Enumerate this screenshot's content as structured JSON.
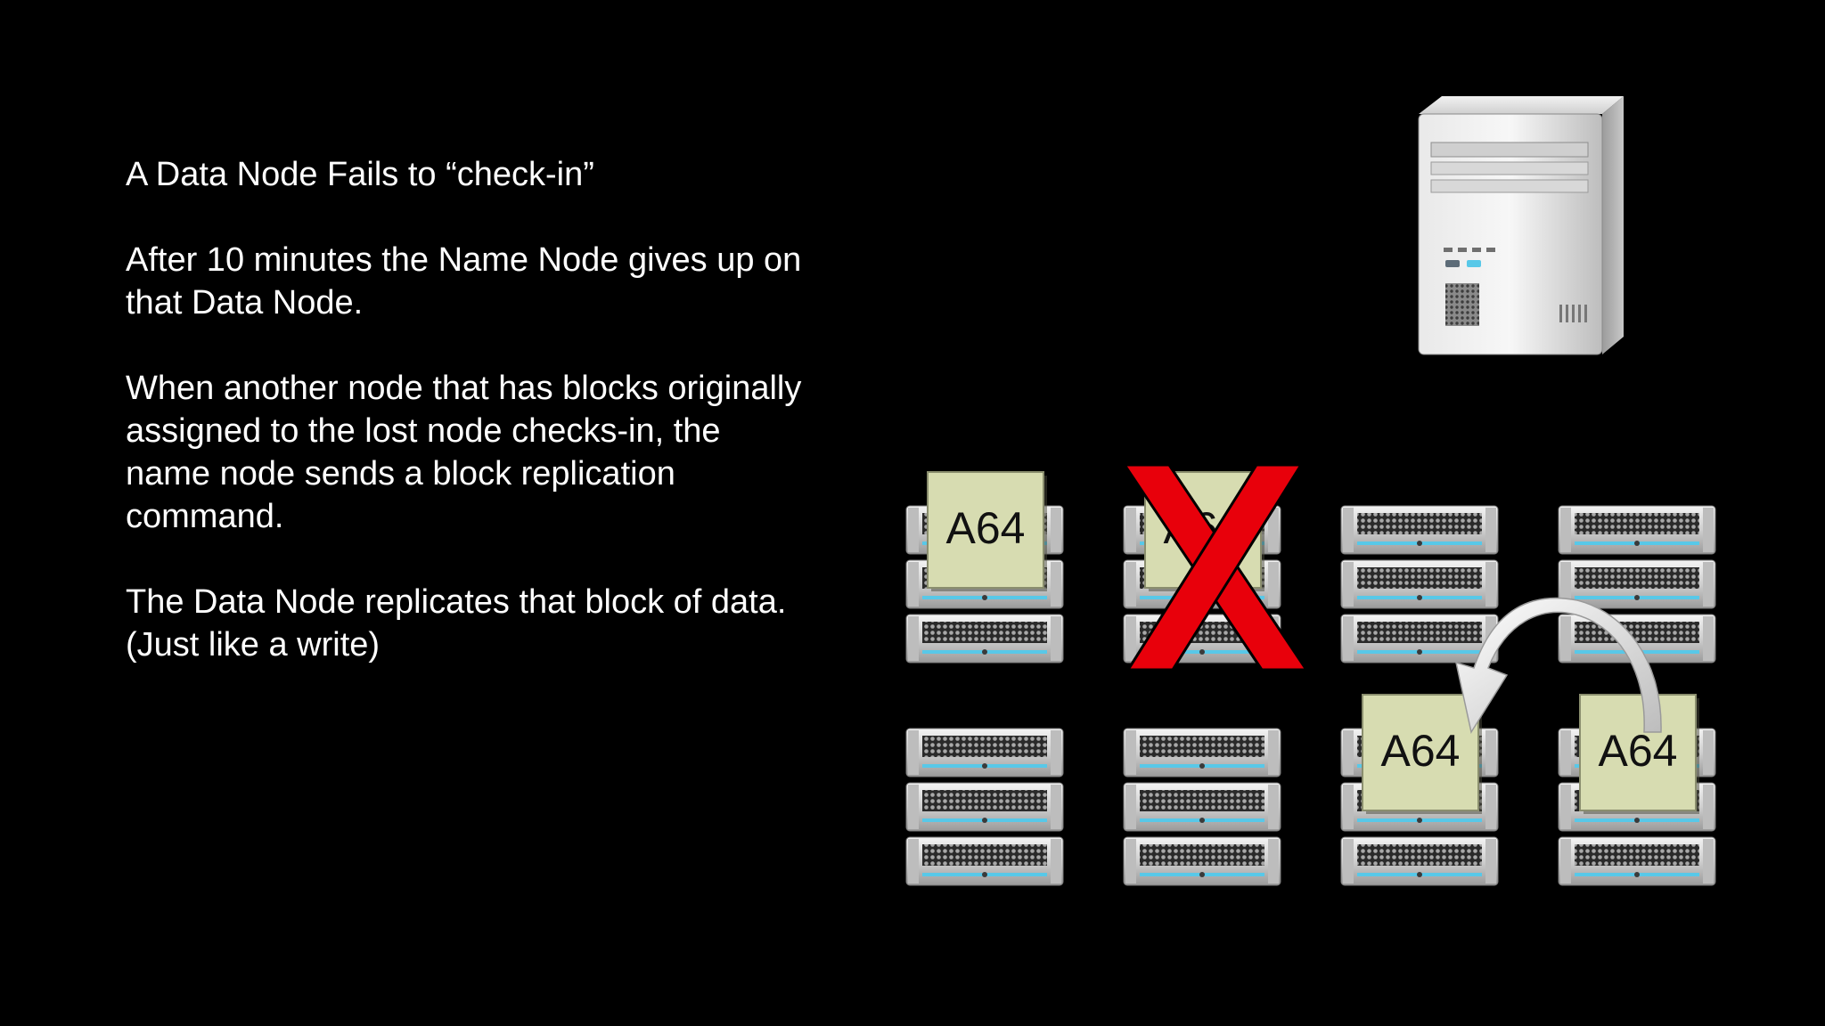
{
  "slide": {
    "paragraphs": [
      "A Data Node Fails to “check-in”",
      "After 10 minutes the Name Node gives up on that Data Node.",
      "When another node that has blocks originally assigned to the lost node checks-in, the name node sends a block replication command.",
      "The Data Node replicates that block of data. (Just like a write)"
    ]
  },
  "diagram": {
    "name_node_icon": "tower-server-icon",
    "rack_icon": "rack-server-icon",
    "failed_marker_icon": "red-x-icon",
    "replication_arrow_icon": "curved-arrow-icon",
    "racks": [
      {
        "id": "rack-1",
        "failed": false,
        "block": "A64"
      },
      {
        "id": "rack-2",
        "failed": true,
        "block": "A64"
      },
      {
        "id": "rack-3",
        "failed": false,
        "block": ""
      },
      {
        "id": "rack-4",
        "failed": false,
        "block": ""
      },
      {
        "id": "rack-5",
        "failed": false,
        "block": ""
      },
      {
        "id": "rack-6",
        "failed": false,
        "block": ""
      },
      {
        "id": "rack-7",
        "failed": false,
        "block": "A64"
      },
      {
        "id": "rack-8",
        "failed": false,
        "block": "A64"
      }
    ],
    "colors": {
      "background": "#000000",
      "text": "#ffffff",
      "block_fill": "#d7dcb1",
      "failure_red": "#e8000b",
      "rack_silver": "#d9d9d9",
      "rack_accent": "#58c8e8"
    }
  }
}
